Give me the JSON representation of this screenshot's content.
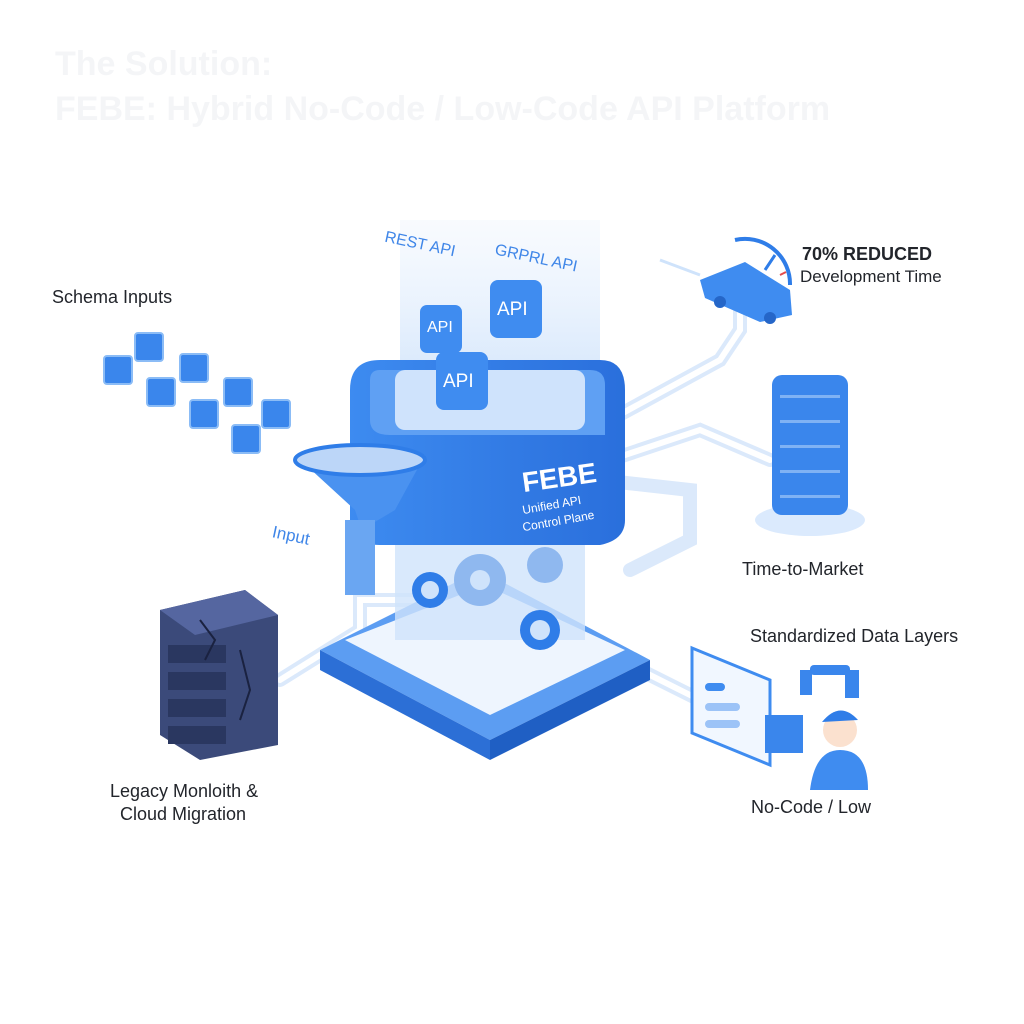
{
  "title": {
    "line1": "The Solution:",
    "line2": "FEBE: Hybrid No-Code / Low-Code API Platform"
  },
  "labels": {
    "schema_inputs": "Schema Inputs",
    "input": "Input",
    "legacy_line1": "Legacy Monloith &",
    "legacy_line2": "Cloud Migration",
    "rest_api": "REST API",
    "grpc_api": "GRPRL API",
    "api_tile": "API",
    "core_name": "FEBE",
    "core_sub1": "Unified API",
    "core_sub2": "Control Plane",
    "reduced_headline": "70% REDUCED",
    "reduced_sub": "Development Time",
    "time_to_market": "Time-to-Market",
    "standardized": "Standardized Data Layers",
    "nocode": "No-Code / Low"
  },
  "colors": {
    "primary": "#2f7de8",
    "light": "#cfe3fb",
    "dark": "#3b4a7a"
  }
}
